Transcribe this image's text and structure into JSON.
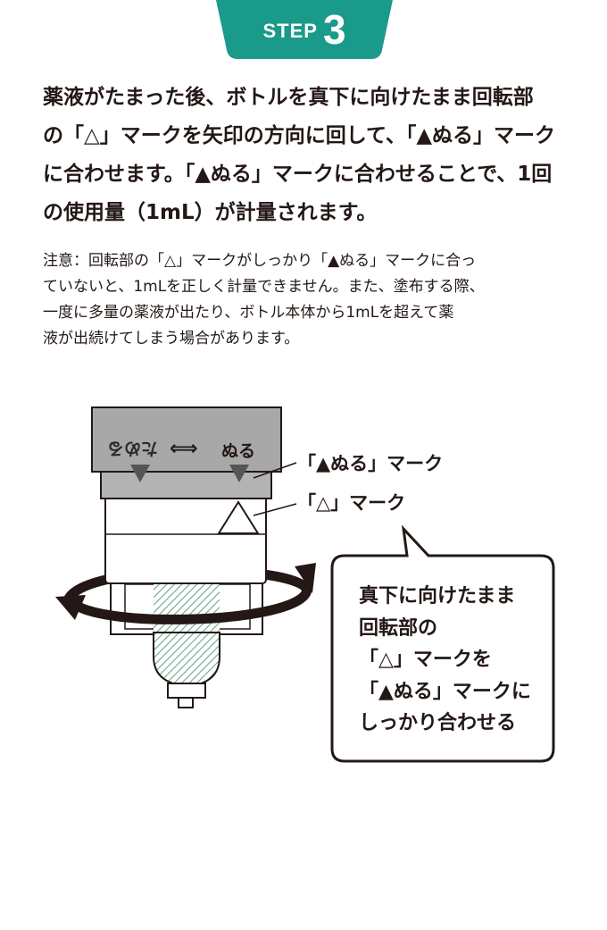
{
  "header": {
    "step_word": "STEP",
    "step_number": "3",
    "accent_color": "#1a9a8a"
  },
  "instructions": {
    "main_lines": [
      "薬液がたまった後、ボトルを真下に向けたまま回転部",
      "の「△」マークを矢印の方向に回して、「▲ぬる」マーク",
      "に合わせます。「▲ぬる」マークに合わせることで、1回",
      "の使用量（1mL）が計量されます。"
    ],
    "note_lines": [
      "注意：回転部の「△」マークがしっかり「▲ぬる」マークに合っ",
      "ていないと、1mLを正しく計量できません。また、塗布する際、",
      "一度に多量の薬液が出たり、ボトル本体から1mLを超えて薬",
      "液が出続けてしまう場合があります。"
    ]
  },
  "illustration": {
    "cap_left_label": "ためる",
    "cap_arrow_glyph": "⟺",
    "cap_right_label": "ぬる",
    "callout_nuru_mark": "「▲ぬる」マーク",
    "callout_triangle_mark": "「△」マーク",
    "bubble_lines": [
      "真下に向けたまま",
      "回転部の",
      "「△」マークを",
      "「▲ぬる」マークに",
      "しっかり合わせる"
    ]
  }
}
